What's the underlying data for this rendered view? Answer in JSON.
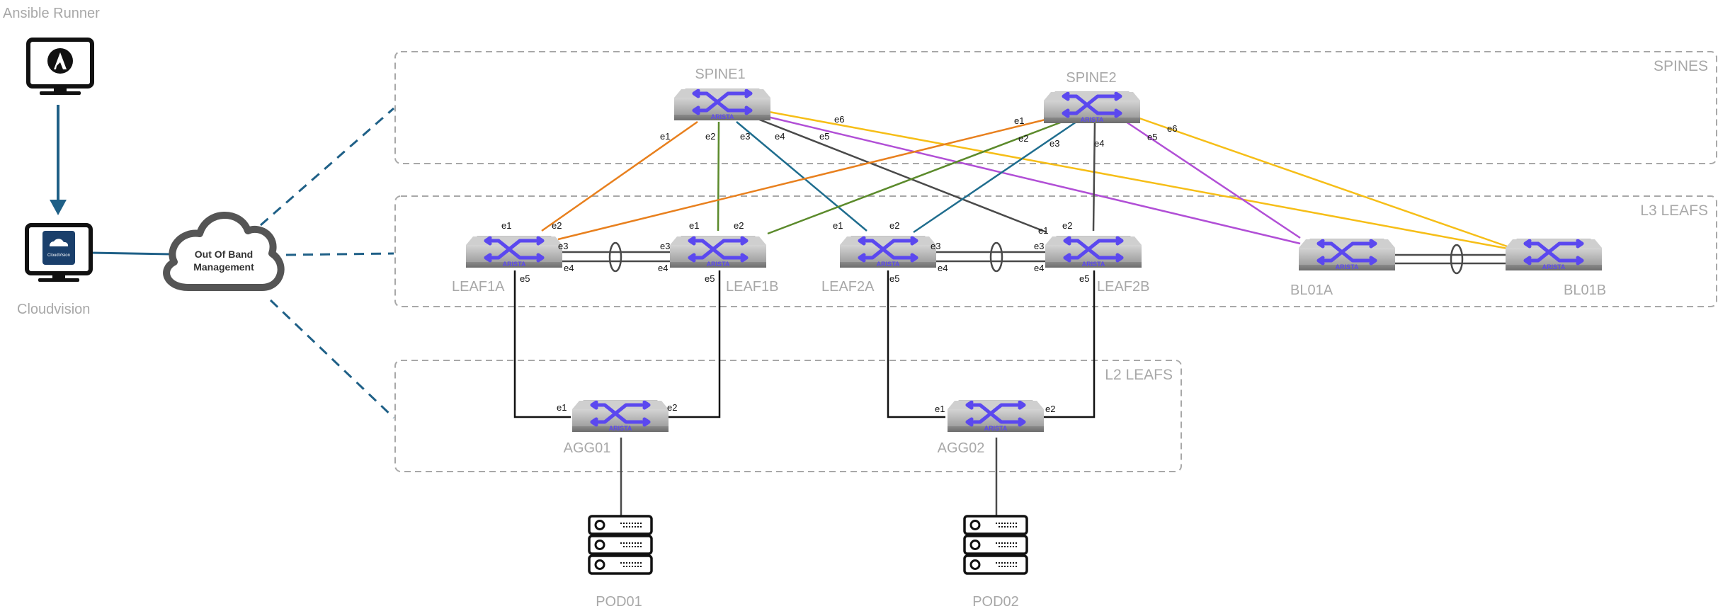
{
  "runner": {
    "title": "Ansible Runner"
  },
  "cvp": {
    "title": "Cloudvision",
    "logo_text": "CloudVision"
  },
  "oob": {
    "line1": "Out Of Band",
    "line2": "Management"
  },
  "zones": {
    "spines": "SPINES",
    "l3": "L3 LEAFS",
    "l2": "L2 LEAFS"
  },
  "switch_brand": "ARISTA",
  "nodes": {
    "spine1": "SPINE1",
    "spine2": "SPINE2",
    "leaf1a": "LEAF1A",
    "leaf1b": "LEAF1B",
    "leaf2a": "LEAF2A",
    "leaf2b": "LEAF2B",
    "bl01a": "BL01A",
    "bl01b": "BL01B",
    "agg01": "AGG01",
    "agg02": "AGG02",
    "pod01": "POD01",
    "pod02": "POD02"
  },
  "ports": {
    "e1": "e1",
    "e2": "e2",
    "e3": "e3",
    "e4": "e4",
    "e5": "e5",
    "e6": "e6"
  },
  "colors": {
    "orange": "#e8801e",
    "green": "#5b8a2b",
    "teal": "#1f6d8e",
    "dark": "#4a4a4a",
    "purple": "#b14fd6",
    "yellow": "#f6be17",
    "mgmt": "#1f6087",
    "switch_arrow": "#5b48ef"
  }
}
